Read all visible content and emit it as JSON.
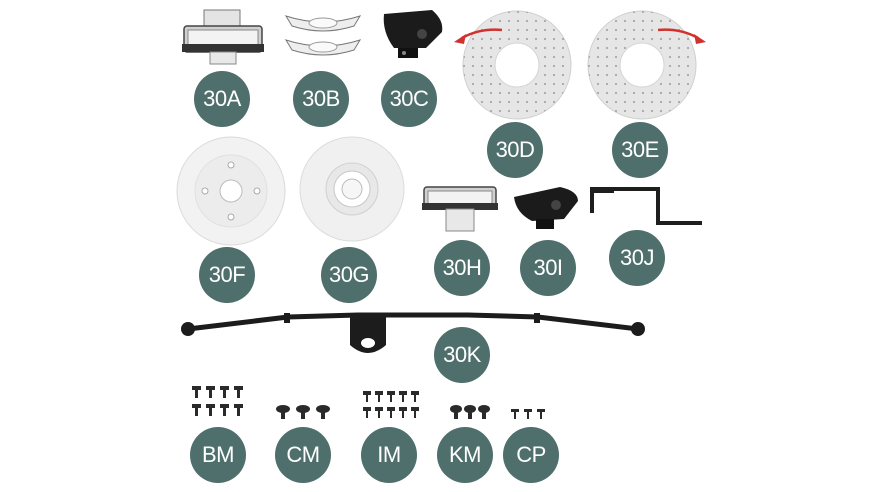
{
  "badges": [
    "30A",
    "30B",
    "30C",
    "30D",
    "30E",
    "30F",
    "30G",
    "30H",
    "30I",
    "30J",
    "30K",
    "BM",
    "CM",
    "IM",
    "KM",
    "CP"
  ],
  "colors": {
    "badge": "#4f6f6c",
    "badge_text": "#ffffff",
    "arrow": "#d2322d",
    "metal": "#2b2b2b",
    "disc": "#e6e6e6"
  },
  "icons": [
    "caliper-icon",
    "brake-pad-icon",
    "caliper-cover-icon",
    "brake-disc-icon",
    "rotation-arrow-icon",
    "wheel-hub-icon",
    "hub-disc-icon",
    "bracket-icon",
    "anti-roll-bar-icon",
    "screw-icon"
  ]
}
